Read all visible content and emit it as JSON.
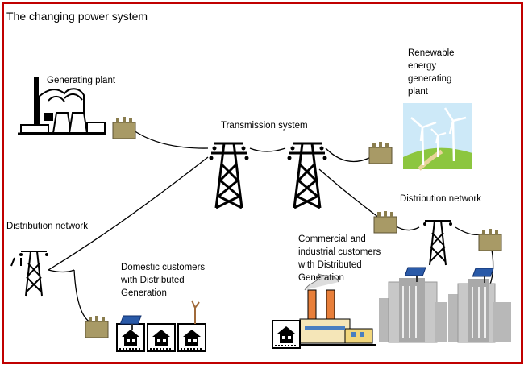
{
  "title": "The changing power system",
  "labels": {
    "generating_plant": "Generating plant",
    "renewable_plant": "Renewable energy generating plant",
    "transmission_system": "Transmission system",
    "distribution_network_left": "Distribution network",
    "distribution_network_right": "Distribution network",
    "domestic_customers": "Domestic customers with Distributed Generation",
    "commercial_customers": "Commercial and industrial customers with Distributed Generation"
  },
  "colors": {
    "frame": "#c00000",
    "transformer": "#a89a66",
    "sky": "#cde9f8",
    "grass": "#8cc63f",
    "building": "#b8b8b8"
  }
}
